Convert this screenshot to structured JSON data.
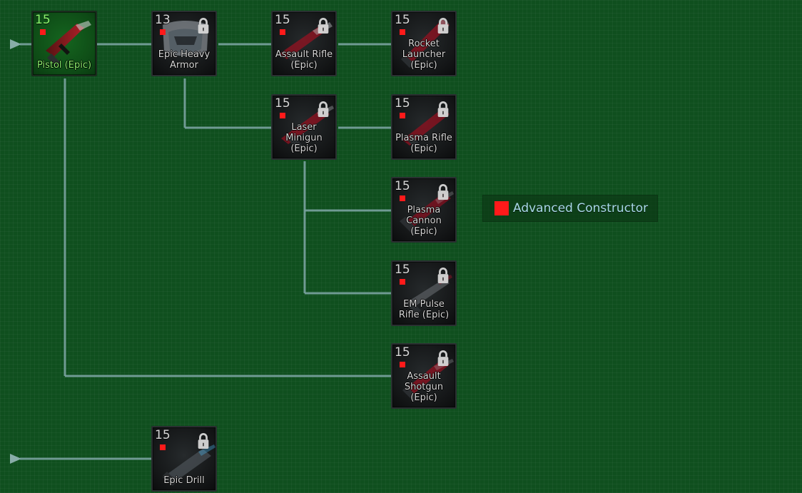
{
  "colors": {
    "background": "#0f4f1e",
    "wire": "#7aa2a0",
    "requirement_marker": "#ff1a1a",
    "unlocked_text": "#8cf26d",
    "legend_text": "#a9d7e8"
  },
  "icons": {
    "lock": "lock-icon",
    "requirement": "red-square-marker"
  },
  "legend": {
    "label": "Advanced Constructor"
  },
  "nodes": {
    "pistol_epic": {
      "level": "15",
      "label": "Pistol (Epic)",
      "locked": false
    },
    "epic_heavy_armor": {
      "level": "13",
      "label": "Epic Heavy\nArmor",
      "locked": true
    },
    "assault_rifle_epic": {
      "level": "15",
      "label": "Assault Rifle\n(Epic)",
      "locked": true
    },
    "rocket_launcher_epic": {
      "level": "15",
      "label": "Rocket\nLauncher\n(Epic)",
      "locked": true
    },
    "laser_minigun_epic": {
      "level": "15",
      "label": "Laser\nMinigun\n(Epic)",
      "locked": true
    },
    "plasma_rifle_epic": {
      "level": "15",
      "label": "Plasma Rifle\n(Epic)",
      "locked": true
    },
    "plasma_cannon_epic": {
      "level": "15",
      "label": "Plasma\nCannon\n(Epic)",
      "locked": true
    },
    "em_pulse_rifle_epic": {
      "level": "15",
      "label": "EM Pulse\nRifle (Epic)",
      "locked": true
    },
    "assault_shotgun_epic": {
      "level": "15",
      "label": "Assault\nShotgun\n(Epic)",
      "locked": true
    },
    "epic_drill": {
      "level": "15",
      "label": "Epic Drill",
      "locked": true
    }
  }
}
